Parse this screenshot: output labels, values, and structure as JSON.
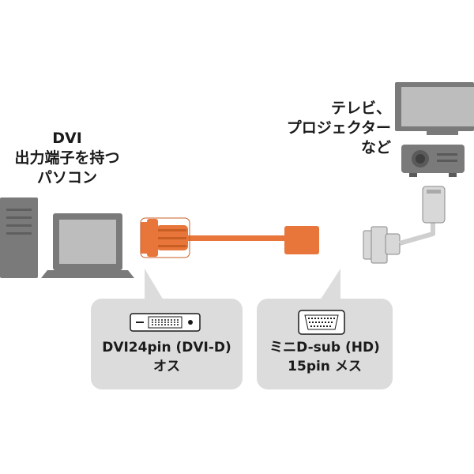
{
  "pc_label": [
    "DVI",
    "出力端子を持つ",
    "パソコン"
  ],
  "tv_label": [
    "テレビ、",
    "プロジェクター",
    "など"
  ],
  "callout_dvi": [
    "DVI24pin (DVI-D)",
    "オス"
  ],
  "callout_vga": [
    "ミニD-sub (HD)",
    "15pin メス"
  ],
  "colors": {
    "cable_orange": "#e8763a",
    "device_gray": "#7a7a7a",
    "callout_bg": "#dcdcdc",
    "screen_gray": "#bdbdbd"
  }
}
